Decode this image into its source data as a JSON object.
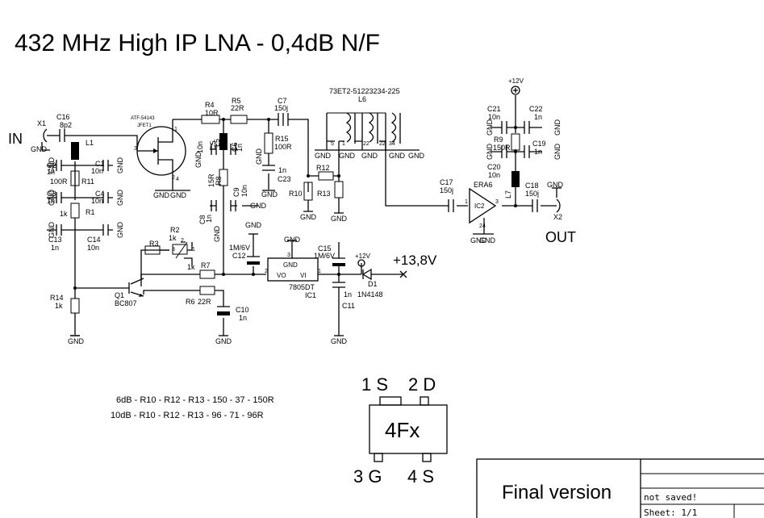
{
  "title": "432 MHz High IP LNA - 0,4dB N/F",
  "connectors": {
    "input": {
      "label": "IN",
      "ref": "X1"
    },
    "output": {
      "label": "OUT",
      "ref": "X2"
    },
    "supply": {
      "label": "+13,8V",
      "rail": "+12V"
    }
  },
  "ground_label": "GND",
  "components": {
    "C16": {
      "ref": "C16",
      "value": "8p2"
    },
    "L1": {
      "ref": "L1"
    },
    "C2": {
      "ref": "C2",
      "value": "1n"
    },
    "C1": {
      "ref": "C1",
      "value": "10n"
    },
    "R11": {
      "ref": "R11",
      "value": "100R"
    },
    "C3": {
      "ref": "C3",
      "value": "1n"
    },
    "C4": {
      "ref": "C4",
      "value": "10n"
    },
    "R1": {
      "ref": "R1",
      "value": "1k"
    },
    "C13": {
      "ref": "C13",
      "value": "1n"
    },
    "C14": {
      "ref": "C14",
      "value": "10n"
    },
    "R14": {
      "ref": "R14",
      "value": "1k"
    },
    "Q1": {
      "ref": "Q1",
      "value": "BC807"
    },
    "R3": {
      "ref": "R3"
    },
    "R2": {
      "ref": "R2",
      "value": "1k"
    },
    "R2_wiper": "1k",
    "R7": {
      "ref": "R7"
    },
    "R6": {
      "ref": "R6",
      "value": "22R"
    },
    "J1": {
      "ref": "JFET1",
      "value": "ATF-54143"
    },
    "R4": {
      "ref": "R4",
      "value": "10R"
    },
    "R5": {
      "ref": "R5",
      "value": "22R"
    },
    "L5": {
      "ref": "L5"
    },
    "C5": {
      "ref": "C5",
      "value": "10n"
    },
    "C6": {
      "ref": "C6",
      "value": "1n"
    },
    "R8": {
      "ref": "R8",
      "value": "15R"
    },
    "C9": {
      "ref": "C9",
      "value": "10n"
    },
    "C8": {
      "ref": "C8",
      "value": "1n"
    },
    "C7": {
      "ref": "C7",
      "value": "150j"
    },
    "R15": {
      "ref": "R15",
      "value": "100R"
    },
    "C23": {
      "ref": "C23",
      "value": "1n"
    },
    "C10": {
      "ref": "C10",
      "value": "1n"
    },
    "C12": {
      "ref": "C12",
      "value": "1M/6V"
    },
    "IC1": {
      "ref": "IC1",
      "value": "7805DT",
      "pin_gnd": "GND",
      "pin_vo": "VO",
      "pin_vi": "VI",
      "pin1": "1",
      "pin2": "2",
      "pin3": "3"
    },
    "C15": {
      "ref": "C15",
      "value": "1M/6V"
    },
    "C11": {
      "ref": "C11",
      "value": "1n"
    },
    "D1": {
      "ref": "D1",
      "value": "1N4148"
    },
    "L6": {
      "ref": "L6",
      "value": "73ET2-51223234-225"
    },
    "R12": {
      "ref": "R12"
    },
    "R10": {
      "ref": "R10"
    },
    "R13": {
      "ref": "R13"
    },
    "C17": {
      "ref": "C17",
      "value": "150j"
    },
    "IC2": {
      "ref": "IC2",
      "value": "ERA6",
      "pin1": "1",
      "pin2": "2",
      "pin3": "3",
      "pin4": "4"
    },
    "C18": {
      "ref": "C18",
      "value": "150j"
    },
    "L7": {
      "ref": "L7"
    },
    "C21": {
      "ref": "C21",
      "value": "10n"
    },
    "C22": {
      "ref": "C22",
      "value": "1n"
    },
    "R9": {
      "ref": "R9",
      "value": "150R"
    },
    "C20": {
      "ref": "C20",
      "value": "10n"
    },
    "C19": {
      "ref": "C19",
      "value": "1n"
    }
  },
  "pin_numbers": {
    "p1": "1",
    "p2": "2",
    "p3": "3",
    "p4": "4",
    "p5": "5",
    "p22": "22",
    "p34": "34"
  },
  "attenuator_notes": [
    "6dB - R10 - R12 - R13 - 150 - 37 - 150R",
    "10dB - R10 - R12 - R13 - 96 - 71 - 96R"
  ],
  "package": {
    "marking": "4Fx",
    "pin1": "1 S",
    "pin2": "2 D",
    "pin3": "3 G",
    "pin4": "4 S"
  },
  "title_block": {
    "status": "Final version",
    "save_state": "not saved!",
    "sheet": "Sheet: 1/1"
  }
}
